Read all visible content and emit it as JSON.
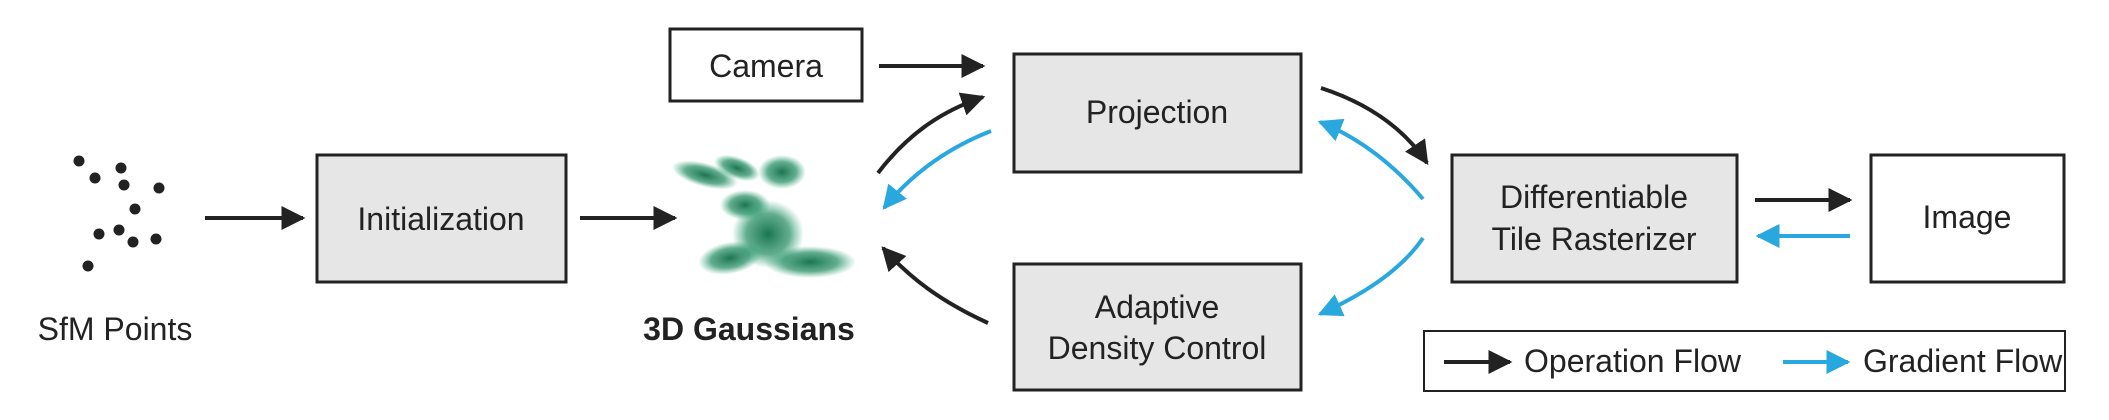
{
  "nodes": {
    "sfm_points": "SfM Points",
    "initialization": "Initialization",
    "gaussians": "3D Gaussians",
    "camera": "Camera",
    "projection": "Projection",
    "adc_line1": "Adaptive",
    "adc_line2": "Density Control",
    "rasterizer_line1": "Differentiable",
    "rasterizer_line2": "Tile Rasterizer",
    "image": "Image"
  },
  "legend": {
    "operation": "Operation Flow",
    "gradient": "Gradient Flow"
  },
  "colors": {
    "operation_arrow": "#222222",
    "gradient_arrow": "#29a8df",
    "box_fill": "#e6e6e6",
    "gaussian_green": "#1f8a5f"
  }
}
